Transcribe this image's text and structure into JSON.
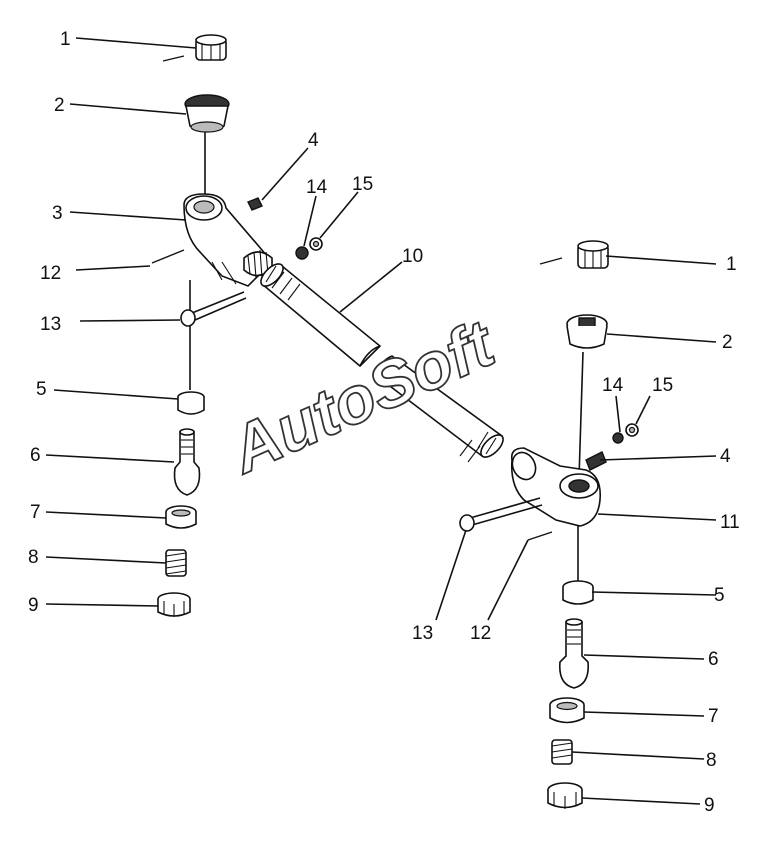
{
  "diagram": {
    "watermark": "AutoSoft",
    "labels": [
      "1",
      "2",
      "3",
      "4",
      "5",
      "6",
      "7",
      "8",
      "9",
      "10",
      "11",
      "12",
      "13",
      "14",
      "15"
    ]
  }
}
